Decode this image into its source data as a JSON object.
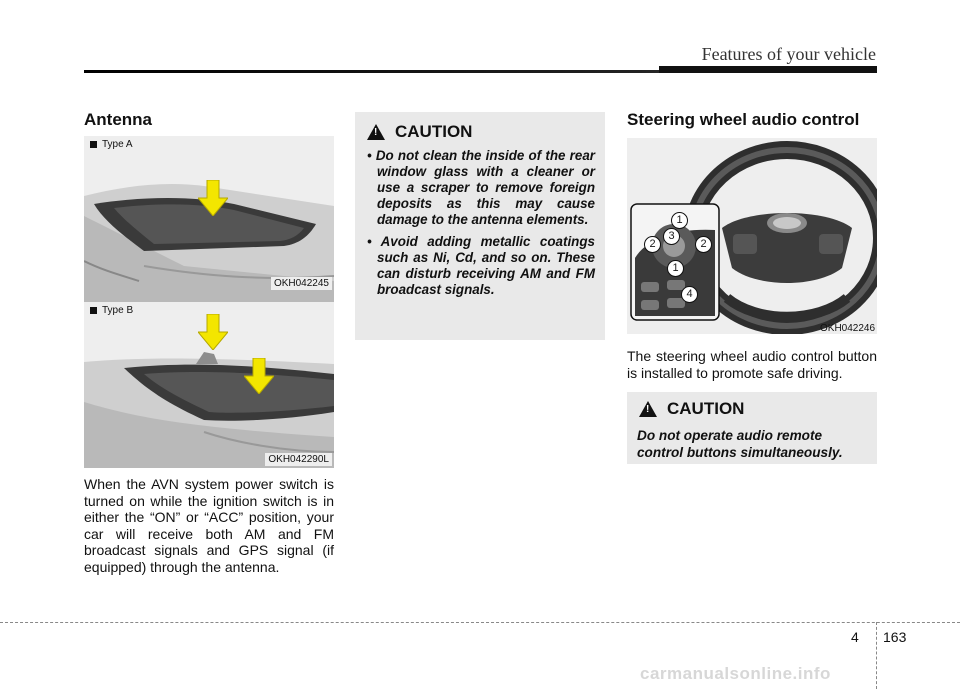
{
  "header": {
    "title": "Features of your vehicle"
  },
  "antenna": {
    "heading": "Antenna",
    "type_a_label": "Type A",
    "type_a_code": "OKH042245",
    "type_b_label": "Type B",
    "type_b_code": "OKH042290L",
    "body": "When the AVN system power switch is turned on while the ignition switch is in either the “ON” or “ACC” position, your car will receive both AM and FM broadcast signals and GPS signal (if equipped) through the antenna."
  },
  "caution1": {
    "title": "CAUTION",
    "items": [
      "Do not clean the inside of the rear window glass with a cleaner or use a scraper to remove foreign deposits as this may cause damage to the antenna elements.",
      "Avoid adding metallic coatings such as Ni, Cd, and so on. These can disturb receiving AM and FM broadcast signals."
    ]
  },
  "steering": {
    "heading": "Steering wheel audio control",
    "figure_code": "OKH042246",
    "callouts": [
      "1",
      "2",
      "3",
      "2",
      "1",
      "4"
    ],
    "body": "The steering wheel audio control button is installed to promote safe driving."
  },
  "caution2": {
    "title": "CAUTION",
    "text": "Do not operate audio remote control buttons simultaneously."
  },
  "footer": {
    "chapter": "4",
    "page": "163",
    "watermark": "carmanualsonline.info"
  },
  "colors": {
    "arrow": "#f3e600",
    "caution_bg": "#e9e9e9",
    "figure_bg": "#eeeeee"
  }
}
